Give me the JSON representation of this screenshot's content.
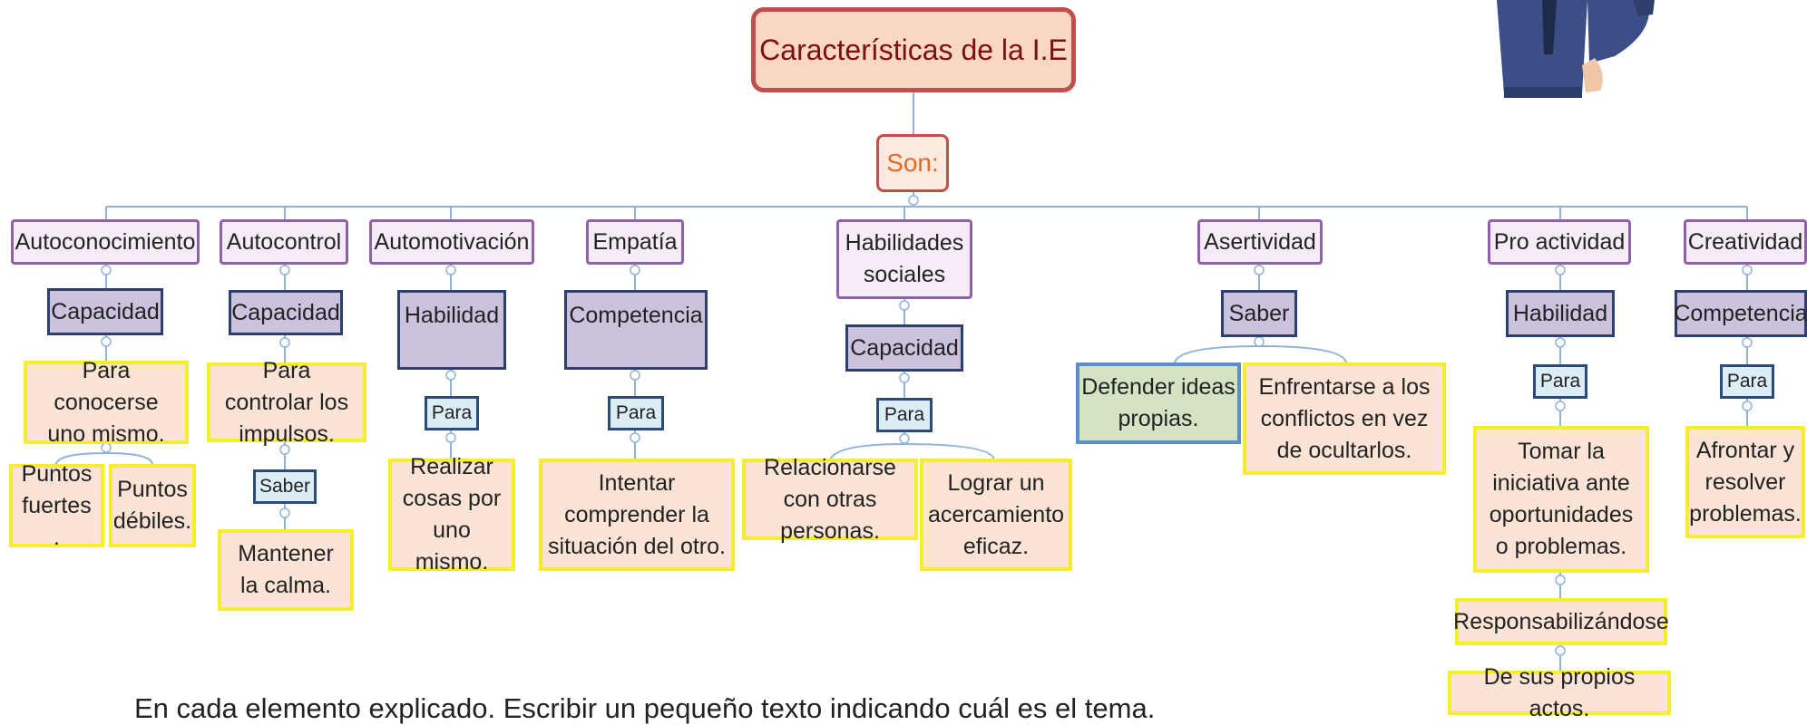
{
  "title": "Características de la I.E",
  "connector": "Son:",
  "categories": [
    {
      "label": "Autoconocimiento",
      "type": "Capacidad",
      "purpose": "Para conocerse uno mismo.",
      "subitems": [
        "Puntos fuertes .",
        "Puntos débiles."
      ]
    },
    {
      "label": "Autocontrol",
      "type": "Capacidad",
      "purpose": "Para controlar los impulsos.",
      "link": "Saber",
      "result": "Mantener la calma."
    },
    {
      "label": "Automotivación",
      "type": "Habilidad",
      "link": "Para",
      "result": "Realizar cosas por uno mismo."
    },
    {
      "label": "Empatía",
      "type": "Competencia",
      "link": "Para",
      "result": "Intentar comprender la situación del otro."
    },
    {
      "label": "Habilidades sociales",
      "type": "Capacidad",
      "link": "Para",
      "results": [
        "Relacionarse con otras personas.",
        "Lograr un acercamiento eficaz."
      ]
    },
    {
      "label": "Asertividad",
      "type": "Saber",
      "results": [
        "Defender ideas propias.",
        "Enfrentarse a los conflictos en vez de ocultarlos."
      ]
    },
    {
      "label": "Pro actividad",
      "type": "Habilidad",
      "link": "Para",
      "result": "Tomar la iniciativa ante oportunidades o problemas.",
      "link2": "Responsabilizándose",
      "result2": "De sus propios actos."
    },
    {
      "label": "Creatividad",
      "type": "Competencia",
      "link": "Para",
      "result": "Afrontar y resolver problemas."
    }
  ],
  "footer_text": "En cada elemento explicado. Escribir un pequeño texto indicando cuál es el tema."
}
